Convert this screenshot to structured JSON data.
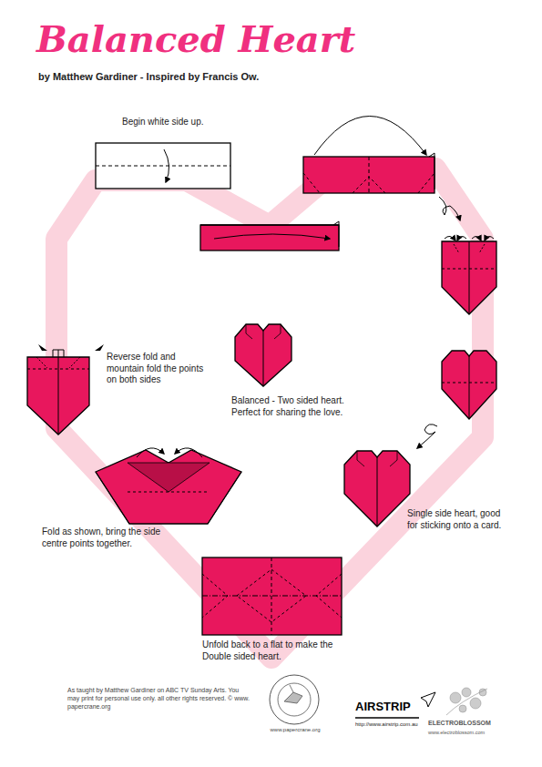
{
  "diagram": {
    "title": "Balanced Heart",
    "labels": [
      "by Matthew Gardiner - Inspired by Francis Ow.",
      "Begin white side up.",
      "Reverse fold and mountain fold the points on both sides",
      "Balanced - Two sided heart. Perfect for sharing the love.",
      "Single side heart, good for sticking onto a card.",
      "Fold as shown, bring the side centre points together.",
      "Unfold back to a flat to make the Double sided heart.",
      "As taught by Matthew Gardiner on ABC TV Sunday Arts. You may print for personal use only.  all other rights reserved. © www. papercrane.org",
      "www.papercrane.org",
      "AIRSTRIP",
      "http://www.airstrip.com.au",
      "ELECTROBLOSSOM",
      "www.electroblossom.com"
    ]
  }
}
